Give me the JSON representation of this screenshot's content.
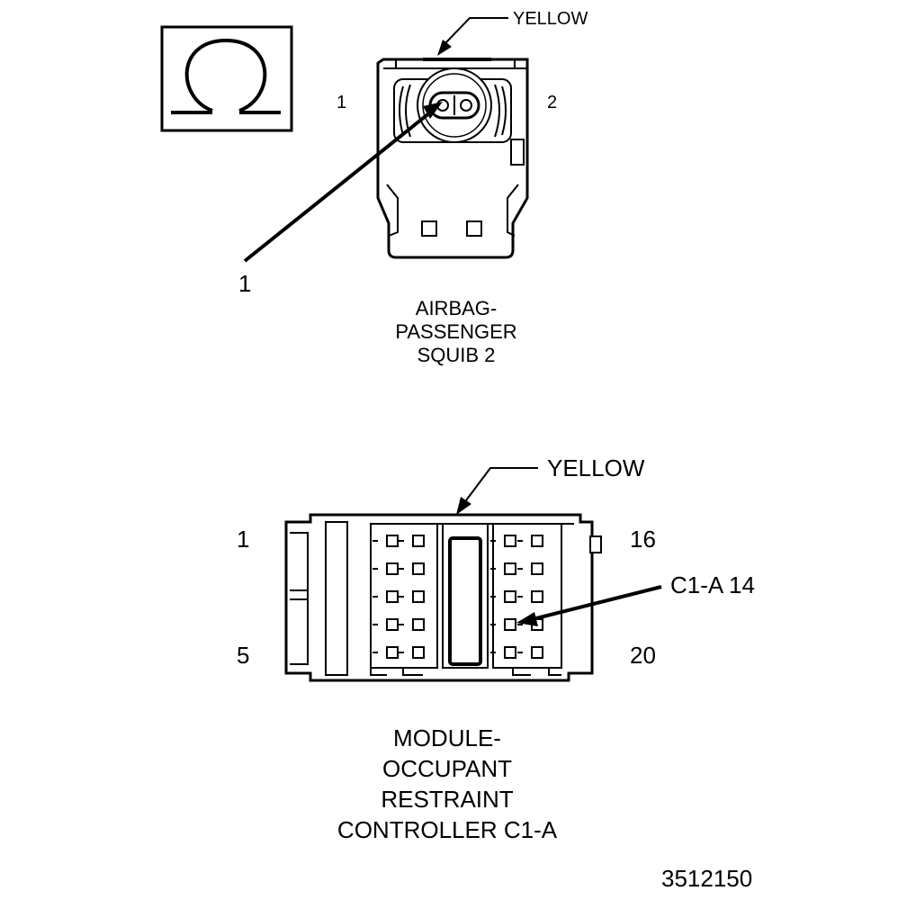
{
  "squib_connector": {
    "wire_color_label": "YELLOW",
    "pin_left_label": "1",
    "pin_right_label": "2",
    "callout_label": "1",
    "title_lines": [
      "AIRBAG-",
      "PASSENGER",
      "SQUIB 2"
    ]
  },
  "module_connector": {
    "wire_color_label": "YELLOW",
    "pin_top_left_label": "1",
    "pin_bottom_left_label": "5",
    "pin_top_right_label": "16",
    "pin_bottom_right_label": "20",
    "callout_label": "C1-A 14",
    "title_lines": [
      "MODULE-",
      "OCCUPANT",
      "RESTRAINT",
      "CONTROLLER C1-A"
    ]
  },
  "ohm_symbol": {
    "icon": "ohm-icon"
  },
  "figure_number": "3512150"
}
